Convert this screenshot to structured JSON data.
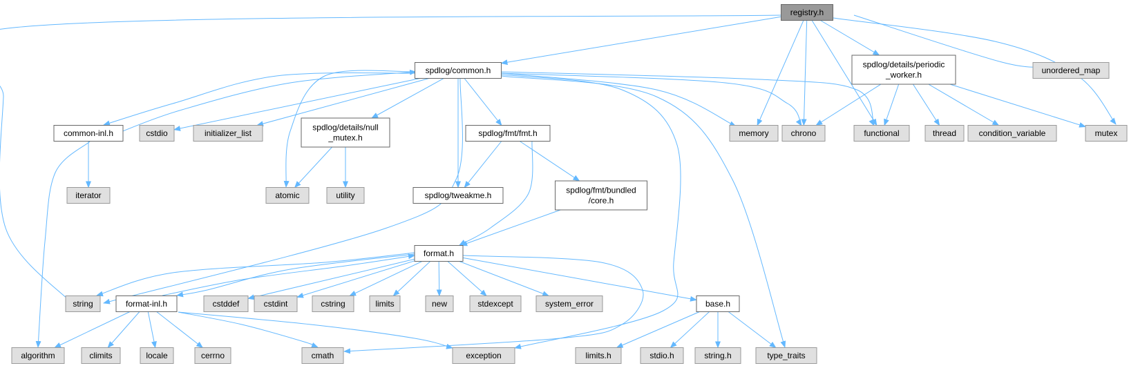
{
  "colors": {
    "root_fill": "#999999",
    "root_stroke": "#666666",
    "documented_fill": "#ffffff",
    "documented_stroke": "#666666",
    "external_fill": "#e0e0e0",
    "external_stroke": "#999999",
    "edge": "#63b8ff"
  },
  "nodes": {
    "registry": {
      "lines": [
        "registry.h"
      ],
      "kind": "root"
    },
    "common": {
      "lines": [
        "spdlog/common.h"
      ],
      "kind": "documented"
    },
    "periodic_worker": {
      "lines": [
        "spdlog/details/periodic",
        "_worker.h"
      ],
      "kind": "documented"
    },
    "unordered_map": {
      "lines": [
        "unordered_map"
      ],
      "kind": "external"
    },
    "common_inl": {
      "lines": [
        "common-inl.h"
      ],
      "kind": "documented"
    },
    "cstdio": {
      "lines": [
        "cstdio"
      ],
      "kind": "external"
    },
    "initializer_list": {
      "lines": [
        "initializer_list"
      ],
      "kind": "external"
    },
    "null_mutex": {
      "lines": [
        "spdlog/details/null",
        "_mutex.h"
      ],
      "kind": "documented"
    },
    "fmt_h": {
      "lines": [
        "spdlog/fmt/fmt.h"
      ],
      "kind": "documented"
    },
    "memory": {
      "lines": [
        "memory"
      ],
      "kind": "external"
    },
    "chrono": {
      "lines": [
        "chrono"
      ],
      "kind": "external"
    },
    "functional": {
      "lines": [
        "functional"
      ],
      "kind": "external"
    },
    "thread": {
      "lines": [
        "thread"
      ],
      "kind": "external"
    },
    "condition_variable": {
      "lines": [
        "condition_variable"
      ],
      "kind": "external"
    },
    "mutex": {
      "lines": [
        "mutex"
      ],
      "kind": "external"
    },
    "iterator": {
      "lines": [
        "iterator"
      ],
      "kind": "external"
    },
    "atomic": {
      "lines": [
        "atomic"
      ],
      "kind": "external"
    },
    "utility": {
      "lines": [
        "utility"
      ],
      "kind": "external"
    },
    "tweakme": {
      "lines": [
        "spdlog/tweakme.h"
      ],
      "kind": "documented"
    },
    "bundled_core": {
      "lines": [
        "spdlog/fmt/bundled",
        "/core.h"
      ],
      "kind": "documented"
    },
    "format": {
      "lines": [
        "format.h"
      ],
      "kind": "documented"
    },
    "string": {
      "lines": [
        "string"
      ],
      "kind": "external"
    },
    "format_inl": {
      "lines": [
        "format-inl.h"
      ],
      "kind": "documented"
    },
    "cstddef": {
      "lines": [
        "cstddef"
      ],
      "kind": "external"
    },
    "cstdint": {
      "lines": [
        "cstdint"
      ],
      "kind": "external"
    },
    "cstring": {
      "lines": [
        "cstring"
      ],
      "kind": "external"
    },
    "limits": {
      "lines": [
        "limits"
      ],
      "kind": "external"
    },
    "new": {
      "lines": [
        "new"
      ],
      "kind": "external"
    },
    "stdexcept": {
      "lines": [
        "stdexcept"
      ],
      "kind": "external"
    },
    "system_error": {
      "lines": [
        "system_error"
      ],
      "kind": "external"
    },
    "base": {
      "lines": [
        "base.h"
      ],
      "kind": "documented"
    },
    "algorithm": {
      "lines": [
        "algorithm"
      ],
      "kind": "external"
    },
    "climits": {
      "lines": [
        "climits"
      ],
      "kind": "external"
    },
    "locale": {
      "lines": [
        "locale"
      ],
      "kind": "external"
    },
    "cerrno": {
      "lines": [
        "cerrno"
      ],
      "kind": "external"
    },
    "cmath": {
      "lines": [
        "cmath"
      ],
      "kind": "external"
    },
    "exception": {
      "lines": [
        "exception"
      ],
      "kind": "external"
    },
    "limits_h": {
      "lines": [
        "limits.h"
      ],
      "kind": "external"
    },
    "stdio_h": {
      "lines": [
        "stdio.h"
      ],
      "kind": "external"
    },
    "string_h": {
      "lines": [
        "string.h"
      ],
      "kind": "external"
    },
    "type_traits": {
      "lines": [
        "type_traits"
      ],
      "kind": "external"
    }
  },
  "edges": [
    [
      "registry",
      "string"
    ],
    [
      "registry",
      "common"
    ],
    [
      "registry",
      "memory"
    ],
    [
      "registry",
      "chrono"
    ],
    [
      "registry",
      "functional"
    ],
    [
      "registry",
      "periodic_worker"
    ],
    [
      "registry",
      "unordered_map"
    ],
    [
      "registry",
      "mutex"
    ],
    [
      "common",
      "common_inl"
    ],
    [
      "common",
      "cstdio"
    ],
    [
      "common",
      "initializer_list"
    ],
    [
      "common",
      "atomic"
    ],
    [
      "common",
      "null_mutex"
    ],
    [
      "common",
      "tweakme"
    ],
    [
      "common",
      "fmt_h"
    ],
    [
      "common",
      "string"
    ],
    [
      "common",
      "memory"
    ],
    [
      "common",
      "chrono"
    ],
    [
      "common",
      "functional"
    ],
    [
      "common",
      "exception"
    ],
    [
      "common",
      "type_traits"
    ],
    [
      "common_inl",
      "common"
    ],
    [
      "common_inl",
      "iterator"
    ],
    [
      "common_inl",
      "algorithm"
    ],
    [
      "null_mutex",
      "atomic"
    ],
    [
      "null_mutex",
      "utility"
    ],
    [
      "fmt_h",
      "tweakme"
    ],
    [
      "fmt_h",
      "bundled_core"
    ],
    [
      "fmt_h",
      "format"
    ],
    [
      "bundled_core",
      "format"
    ],
    [
      "periodic_worker",
      "chrono"
    ],
    [
      "periodic_worker",
      "functional"
    ],
    [
      "periodic_worker",
      "thread"
    ],
    [
      "periodic_worker",
      "condition_variable"
    ],
    [
      "periodic_worker",
      "mutex"
    ],
    [
      "format",
      "string"
    ],
    [
      "format",
      "format_inl"
    ],
    [
      "format",
      "cstddef"
    ],
    [
      "format",
      "cstdint"
    ],
    [
      "format",
      "cstring"
    ],
    [
      "format",
      "limits"
    ],
    [
      "format",
      "new"
    ],
    [
      "format",
      "stdexcept"
    ],
    [
      "format",
      "system_error"
    ],
    [
      "format",
      "base"
    ],
    [
      "format",
      "cmath"
    ],
    [
      "format_inl",
      "format"
    ],
    [
      "format_inl",
      "algorithm"
    ],
    [
      "format_inl",
      "climits"
    ],
    [
      "format_inl",
      "locale"
    ],
    [
      "format_inl",
      "cerrno"
    ],
    [
      "format_inl",
      "cmath"
    ],
    [
      "format_inl",
      "exception"
    ],
    [
      "base",
      "limits_h"
    ],
    [
      "base",
      "stdio_h"
    ],
    [
      "base",
      "string_h"
    ],
    [
      "base",
      "type_traits"
    ]
  ]
}
